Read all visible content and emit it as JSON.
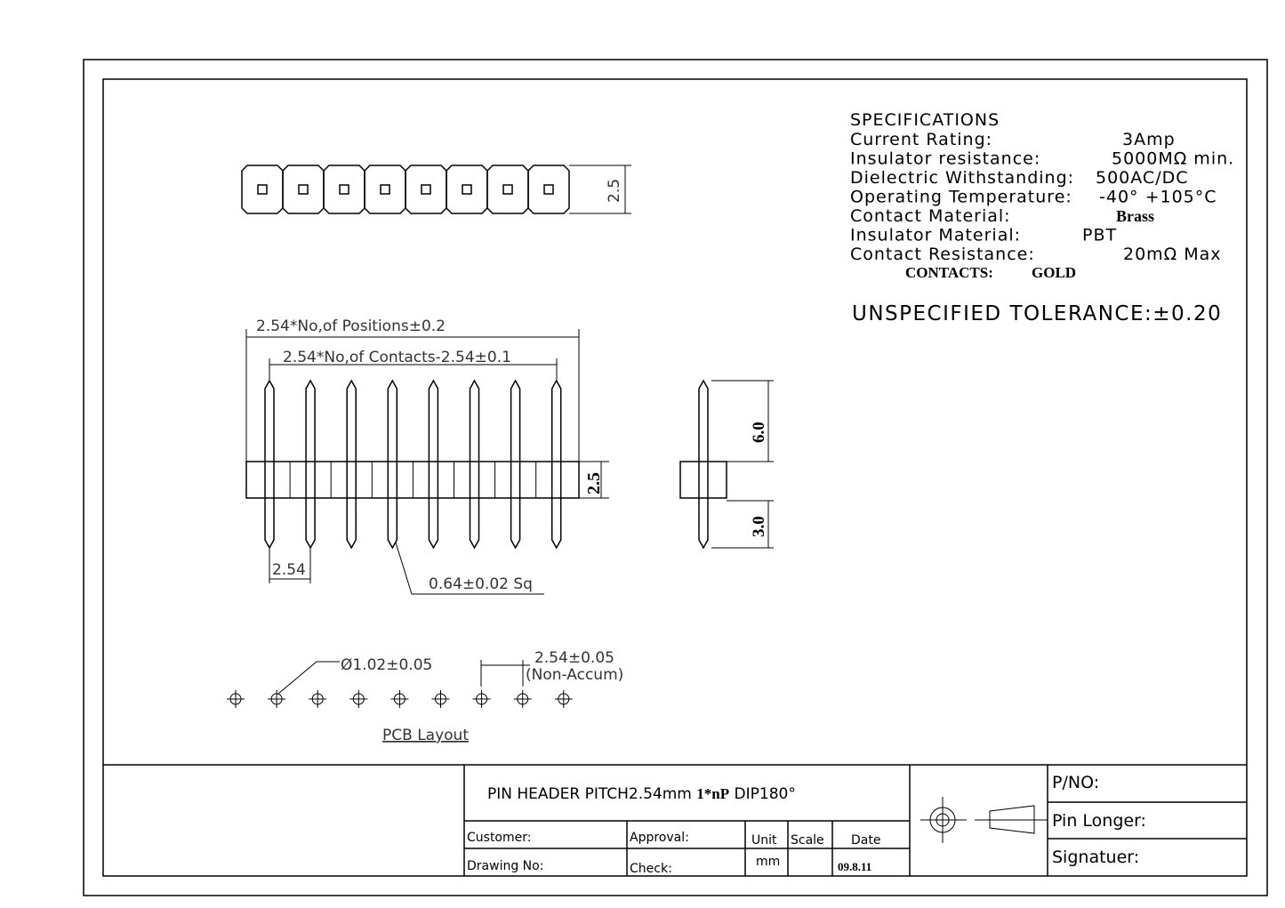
{
  "specifications": {
    "title": "SPECIFICATIONS",
    "rows": [
      {
        "label": "Current Rating:",
        "value": "3Amp"
      },
      {
        "label": "Insulator resistance:",
        "value": "5000MΩ min."
      },
      {
        "label": "Dielectric Withstanding:",
        "value": "500AC/DC"
      },
      {
        "label": "Operating Temperature:",
        "value": "-40° +105°C"
      },
      {
        "label": "Contact Material:",
        "value": "Brass"
      },
      {
        "label": "Insulator Material:",
        "value": "PBT"
      },
      {
        "label": "Contact Resistance:",
        "value": "20mΩ Max"
      }
    ],
    "contacts_label": "CONTACTS:",
    "contacts_value": "GOLD",
    "tolerance": "UNSPECIFIED TOLERANCE:±0.20"
  },
  "drawing": {
    "positions": 8,
    "top_height_dim": "2.5",
    "overall_length_dim": "2.54*No,of Positions±0.2",
    "contacts_length_dim": "2.54*No,of Contacts-2.54±0.1",
    "pitch_dim": "2.54",
    "pin_size_dim": "0.64±0.02 Sq",
    "housing_height_dim": "2.5",
    "upper_pin_dim": "6.0",
    "lower_pin_dim": "3.0",
    "hole_dim": "Ø1.02±0.05",
    "pcb_pitch_dim": "2.54±0.05",
    "pcb_pitch_note": "(Non-Accum)",
    "pcb_title": "PCB Layout"
  },
  "title_block": {
    "title": "PIN HEADER PITCH2.54mm",
    "title_bold": "1*nP",
    "title_suffix": "DIP180°",
    "customer": "Customer:",
    "approval": "Approval:",
    "unit": "Unit",
    "scale": "Scale",
    "date": "Date",
    "drawing_no": "Drawing No:",
    "check": "Check:",
    "unit_value": "mm",
    "date_value": "09.8.11",
    "pn": "P/NO:",
    "pin_longer": "Pin Longer:",
    "signature": "Signatuer:"
  }
}
